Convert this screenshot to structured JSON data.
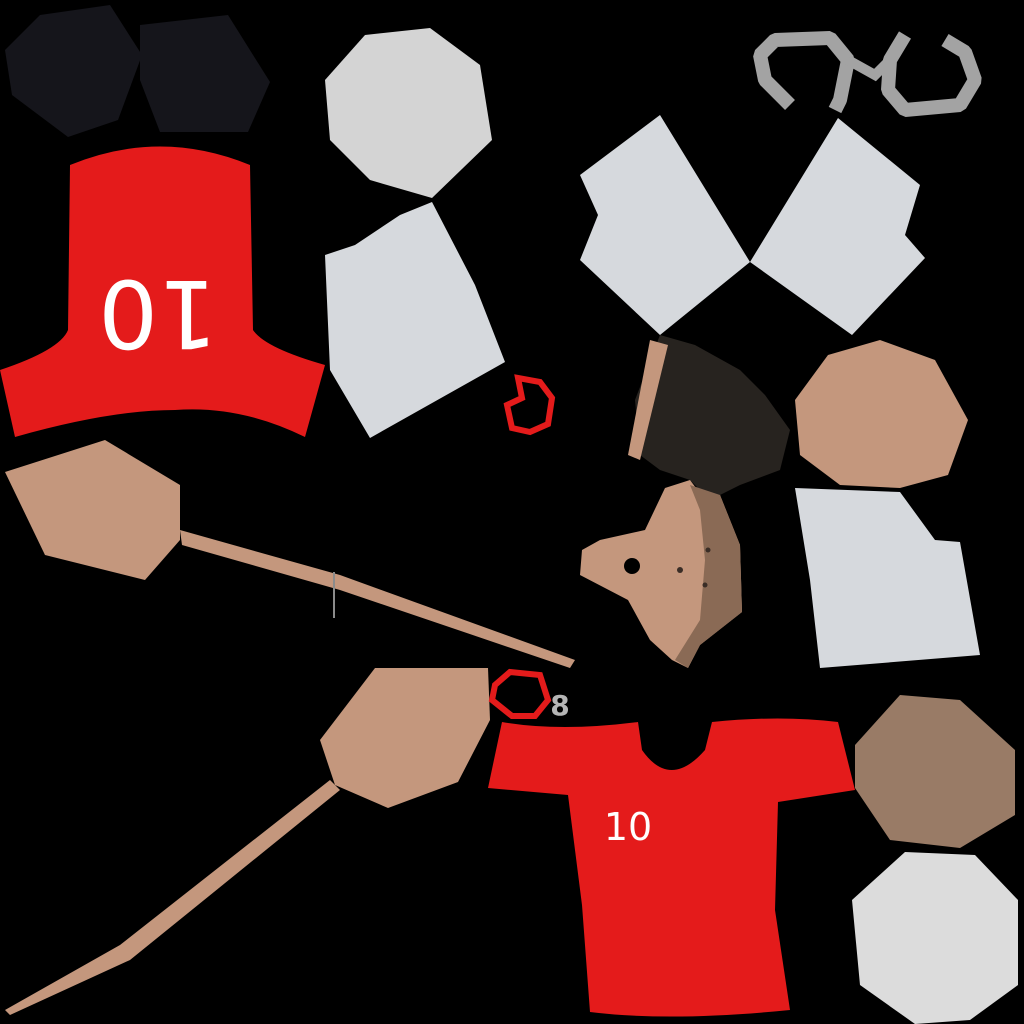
{
  "back_number": "10",
  "front_number": "10",
  "badge_digit": "8",
  "colors": {
    "background": "#000000",
    "kit_red": "#e41b1b",
    "shirt_white": "#d6d9dd",
    "sock_white": "#dcdcdc",
    "shoe_black": "#15151b",
    "skin": "#c4977d",
    "skin_dark": "#997b66",
    "hair": "#27231f",
    "ring_grey": "#a3a3a3",
    "number_white": "#ffffff"
  },
  "icons": {
    "cuff_ring": "ring-outline",
    "collar_ring": "hexagon-outline"
  }
}
